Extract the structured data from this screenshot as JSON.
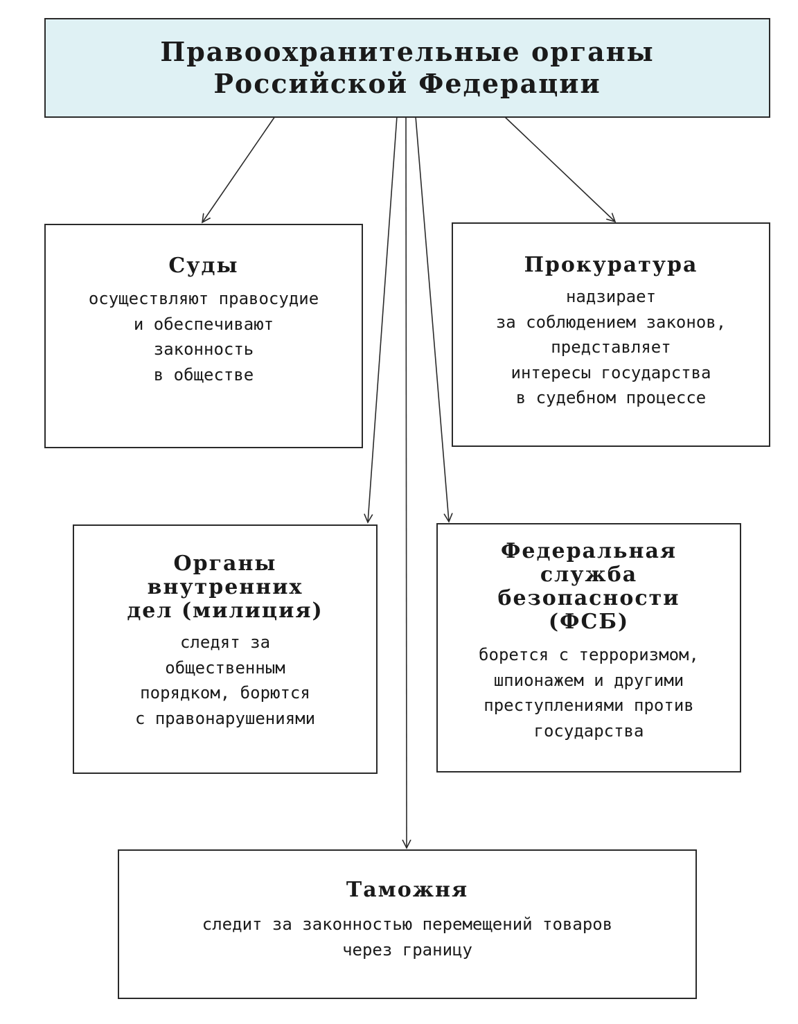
{
  "header": {
    "lines": [
      "Правоохранительные органы",
      "Российской Федерации"
    ]
  },
  "boxes": {
    "courts": {
      "title": [
        "Суды"
      ],
      "desc": [
        "осуществляют правосудие",
        "и обеспечивают",
        "законность",
        "в обществе"
      ]
    },
    "prosecutor": {
      "title": [
        "Прокуратура"
      ],
      "desc": [
        "надзирает",
        "за соблюдением законов,",
        "представляет",
        "интересы государства",
        "в судебном процессе"
      ]
    },
    "police": {
      "title": [
        "Органы",
        "внутренних",
        "дел (милиция)"
      ],
      "desc": [
        "следят за",
        "общественным",
        "порядком, борются",
        "с правонарушениями"
      ]
    },
    "fsb": {
      "title": [
        "Федеральная",
        "служба",
        "безопасности",
        "(ФСБ)"
      ],
      "desc": [
        "борется с терроризмом,",
        "шпионажем и другими",
        "преступлениями против",
        "государства"
      ]
    },
    "customs": {
      "title": [
        "Таможня"
      ],
      "desc": [
        "следит за законностью перемещений товаров",
        "через границу"
      ]
    }
  },
  "colors": {
    "header_fill": "#dff1f4",
    "border": "#2a2a2a",
    "text": "#1a1a1a"
  }
}
